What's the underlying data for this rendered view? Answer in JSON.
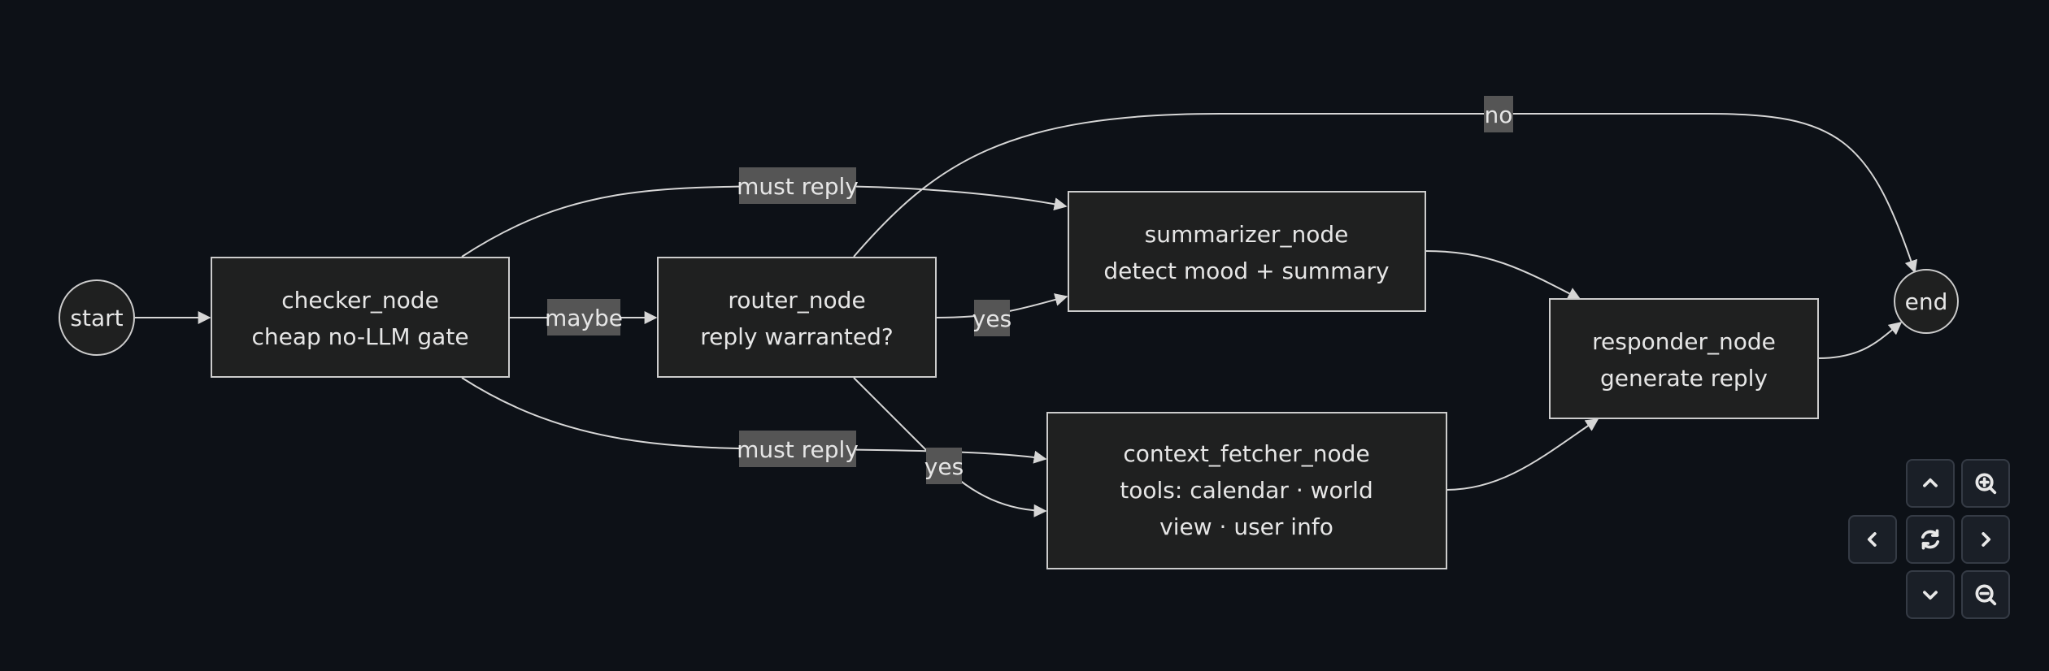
{
  "nodes": {
    "start": {
      "label": "start"
    },
    "checker": {
      "line1": "checker_node",
      "line2": "cheap no-LLM gate"
    },
    "router": {
      "line1": "router_node",
      "line2": "reply warranted?"
    },
    "summarizer": {
      "line1": "summarizer_node",
      "line2": "detect mood + summary"
    },
    "context_fetcher": {
      "line1": "context_fetcher_node",
      "line2": "tools: calendar · world",
      "line3": "view · user info"
    },
    "responder": {
      "line1": "responder_node",
      "line2": "generate reply"
    },
    "end": {
      "label": "end"
    }
  },
  "edges": {
    "checker_to_router": "maybe",
    "checker_to_summarizer": "must reply",
    "checker_to_context_fetcher": "must reply",
    "router_to_summarizer": "yes",
    "router_to_context_fetcher": "yes",
    "router_to_end": "no"
  },
  "controls": {
    "pan_up": "chevron-up-icon",
    "zoom_in": "zoom-in-icon",
    "pan_left": "chevron-left-icon",
    "reset": "refresh-icon",
    "pan_right": "chevron-right-icon",
    "pan_down": "chevron-down-icon",
    "zoom_out": "zoom-out-icon"
  },
  "colors": {
    "background": "#0d1117",
    "node_fill": "#1f2020",
    "node_stroke": "#cccccc",
    "edge_label_bg": "#555555"
  }
}
